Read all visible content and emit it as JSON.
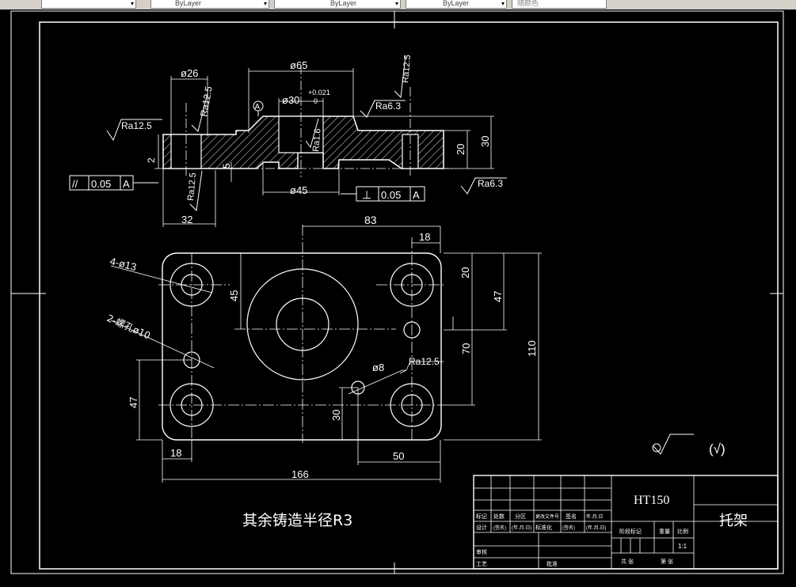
{
  "toolbar": {
    "layer_value": "",
    "color_value": "ByLayer",
    "linetype_value": "ByLayer",
    "lineweight_value": "ByLayer",
    "plotstyle_value": "随颜色"
  },
  "drawing": {
    "section_dims": {
      "d26": "ø26",
      "d65": "ø65",
      "d30": "ø30",
      "tol_upper": "+0.021",
      "tol_lower": "0",
      "d45": "ø45",
      "d32": "32",
      "d20": "20",
      "d30h": "30",
      "d2": "2",
      "d5": "5"
    },
    "roughness": {
      "ra125_top": "Ra12.5",
      "ra125_left": "Ra12.5",
      "ra125_vert": "Ra12.5",
      "ra125_low": "Ra12.5",
      "ra63_top": "Ra6.3",
      "ra16": "Ra1.6",
      "ra63_right": "Ra6.3",
      "ra125_hole": "Ra12.5"
    },
    "datum_letter": "A",
    "gdt_parallel": {
      "symbol": "//",
      "value": "0.05",
      "datum": "A"
    },
    "gdt_perp": {
      "symbol": "⊥",
      "value": "0.05",
      "datum": "A"
    },
    "plan_dims": {
      "d83": "83",
      "d18_top": "18",
      "d20": "20",
      "d47_right": "47",
      "d45_left": "45",
      "d70": "70",
      "d110": "110",
      "holes4": "4-ø13",
      "holes2": "2-螺孔ø10",
      "hole8": "ø8",
      "d47_left": "47",
      "d30": "30",
      "d18_bottom": "18",
      "d50": "50",
      "d166": "166"
    },
    "note": "其余铸造半径R3",
    "rough_note": "(√)",
    "title_block": {
      "material": "HT150",
      "part_name": "托架",
      "scale": "1:1",
      "labels": [
        "标记",
        "处数",
        "分区",
        "更改文件号",
        "签名",
        "年.月.日",
        "设计",
        "(签名)",
        "(年.月.日)",
        "标准化",
        "(签名)",
        "(年.月.日)",
        "阶段标记",
        "重量",
        "比例",
        "审核",
        "工艺",
        "批准",
        "共 张",
        "第 张"
      ]
    }
  }
}
